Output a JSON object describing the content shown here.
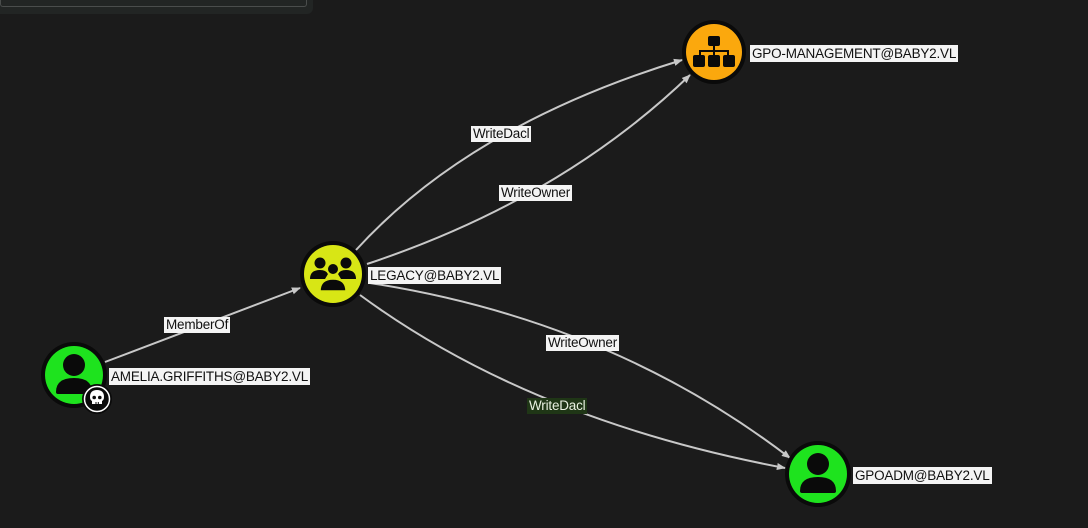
{
  "canvas": {
    "background": "#1b1b1b"
  },
  "nodes": [
    {
      "id": "amelia",
      "label": "AMELIA.GRIFFITHS@BABY2.VL",
      "type": "User",
      "icon": "user-icon",
      "color": "#1ee31e",
      "badge": "skull-icon",
      "owned": true
    },
    {
      "id": "legacy",
      "label": "LEGACY@BABY2.VL",
      "type": "Group",
      "icon": "group-icon",
      "color": "#d8e615"
    },
    {
      "id": "gpomgmt",
      "label": "GPO-MANAGEMENT@BABY2.VL",
      "type": "OU",
      "icon": "org-chart-icon",
      "color": "#fba80d"
    },
    {
      "id": "gpoadm",
      "label": "GPOADM@BABY2.VL",
      "type": "User",
      "icon": "user-icon",
      "color": "#1ee31e"
    }
  ],
  "edges": [
    {
      "from": "amelia",
      "to": "legacy",
      "label": "MemberOf",
      "highlighted": false
    },
    {
      "from": "legacy",
      "to": "gpomgmt",
      "label": "WriteDacl",
      "highlighted": false
    },
    {
      "from": "legacy",
      "to": "gpomgmt",
      "label": "WriteOwner",
      "highlighted": false
    },
    {
      "from": "legacy",
      "to": "gpoadm",
      "label": "WriteOwner",
      "highlighted": false
    },
    {
      "from": "legacy",
      "to": "gpoadm",
      "label": "WriteDacl",
      "highlighted": true
    }
  ],
  "colors": {
    "edge": "#c8c8c8",
    "label_bg": "#f4f4f4",
    "label_highlight_bg": "#1f3616",
    "node_border": "#0a0a0a"
  }
}
